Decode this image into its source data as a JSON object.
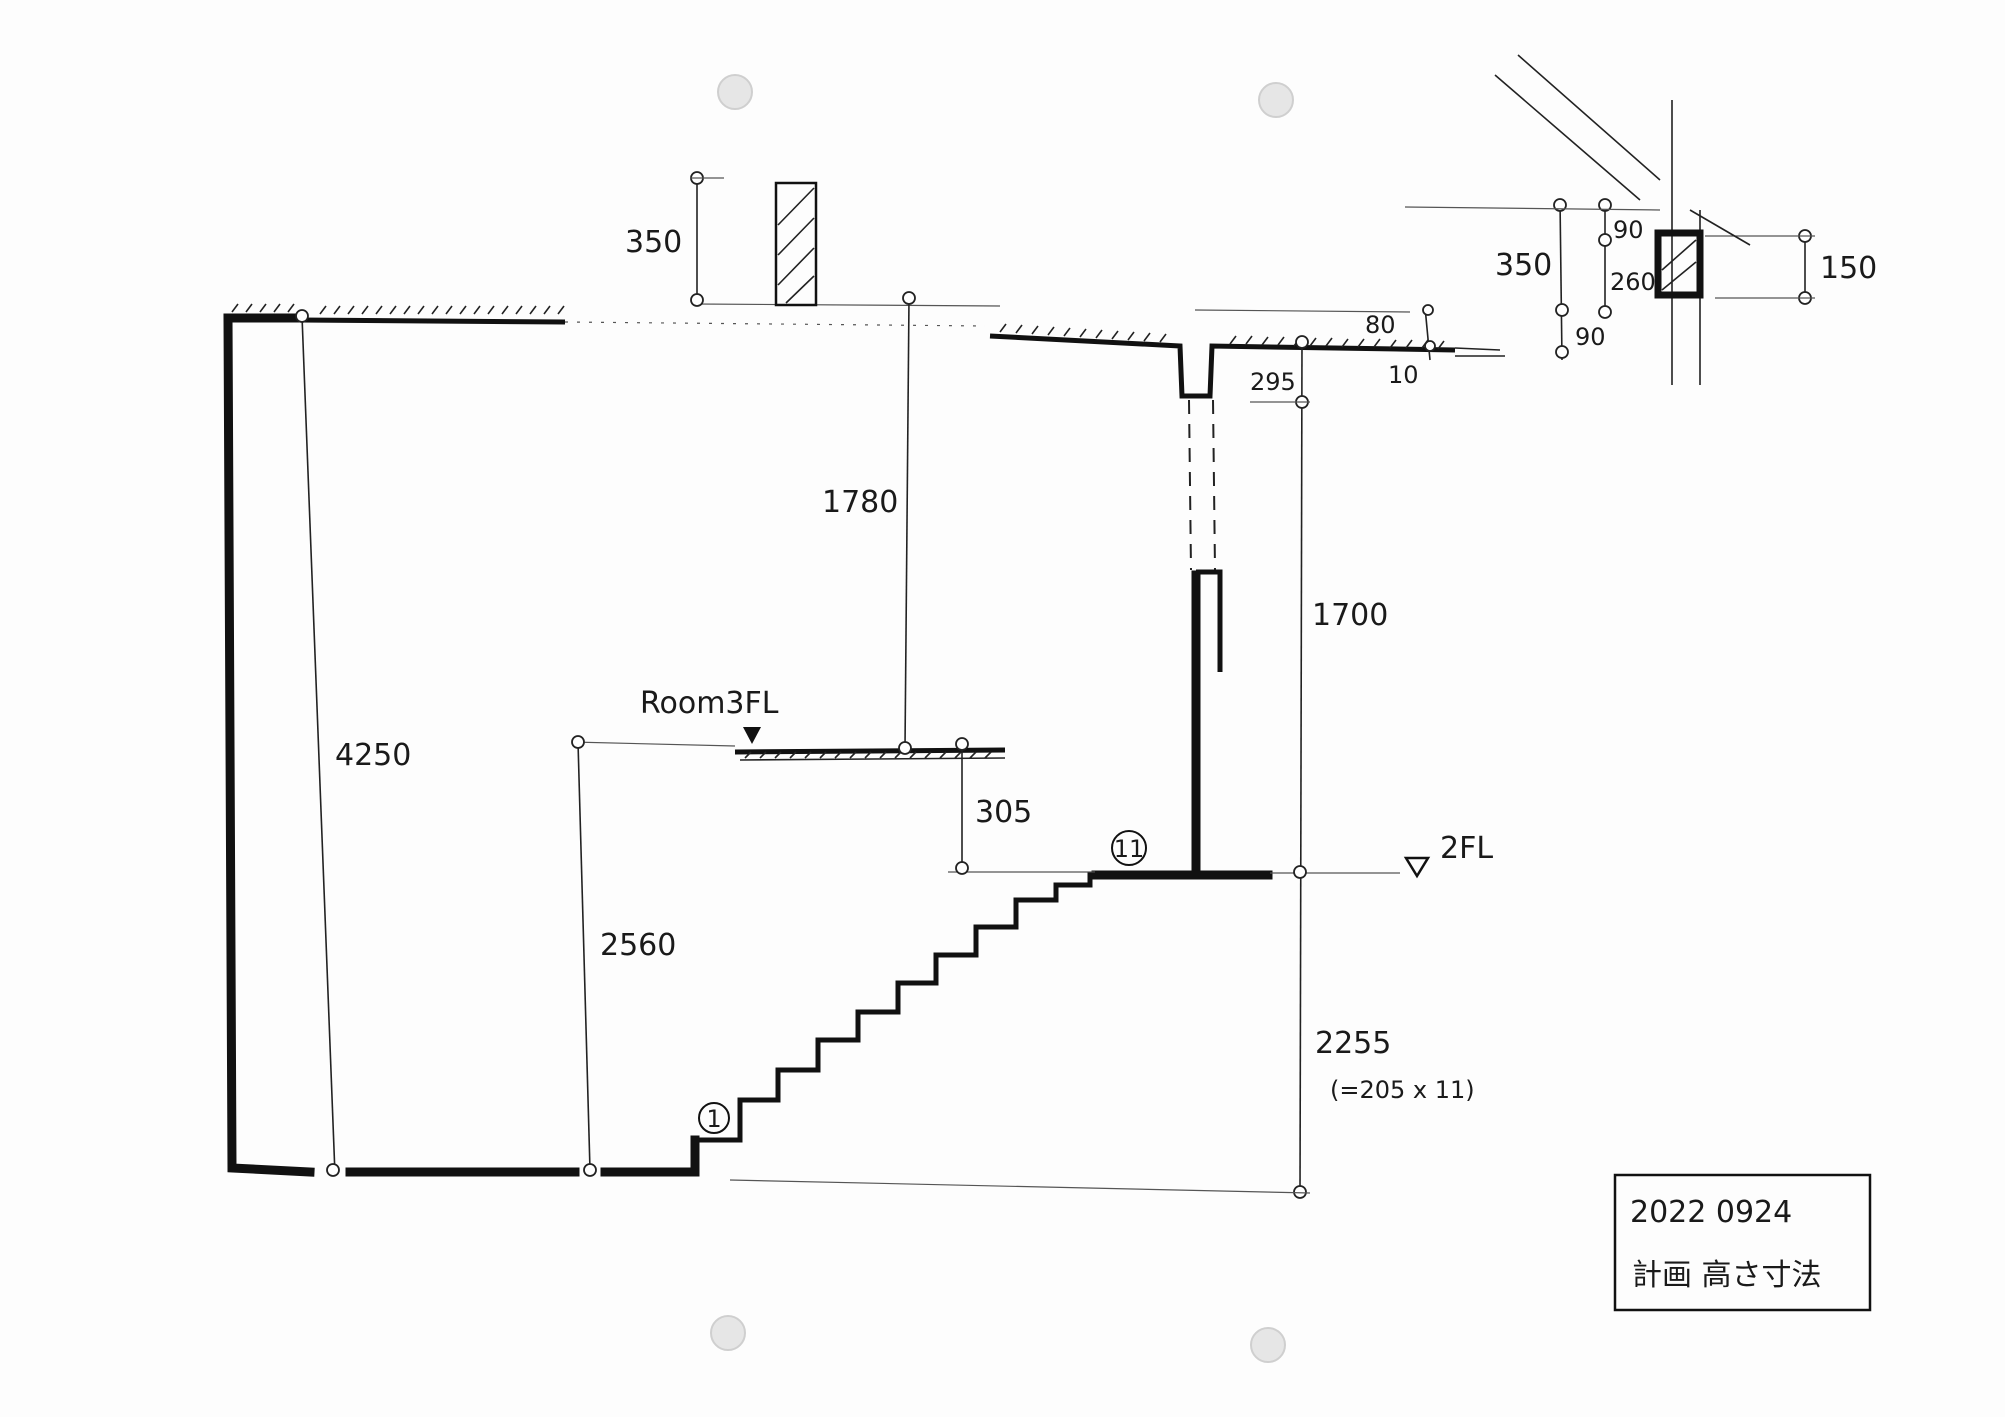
{
  "drawing": {
    "dimensions": {
      "top_left_350": "350",
      "top_right_350": "350",
      "d90_top": "90",
      "d260": "260",
      "d90_bottom": "90",
      "d150": "150",
      "d80": "80",
      "d10": "10",
      "d295": "295",
      "d1780": "1780",
      "d1700": "1700",
      "d4250": "4250",
      "d2560": "2560",
      "d305": "305",
      "d2255": "2255",
      "d2255_note": "(=205 x 11)"
    },
    "levels": {
      "room3fl": "Room3FL",
      "fl2": "2FL"
    },
    "step_markers": {
      "first": "1",
      "last": "11"
    },
    "title_block": {
      "date": "2022 0924",
      "subject": "計画 高さ寸法"
    }
  }
}
